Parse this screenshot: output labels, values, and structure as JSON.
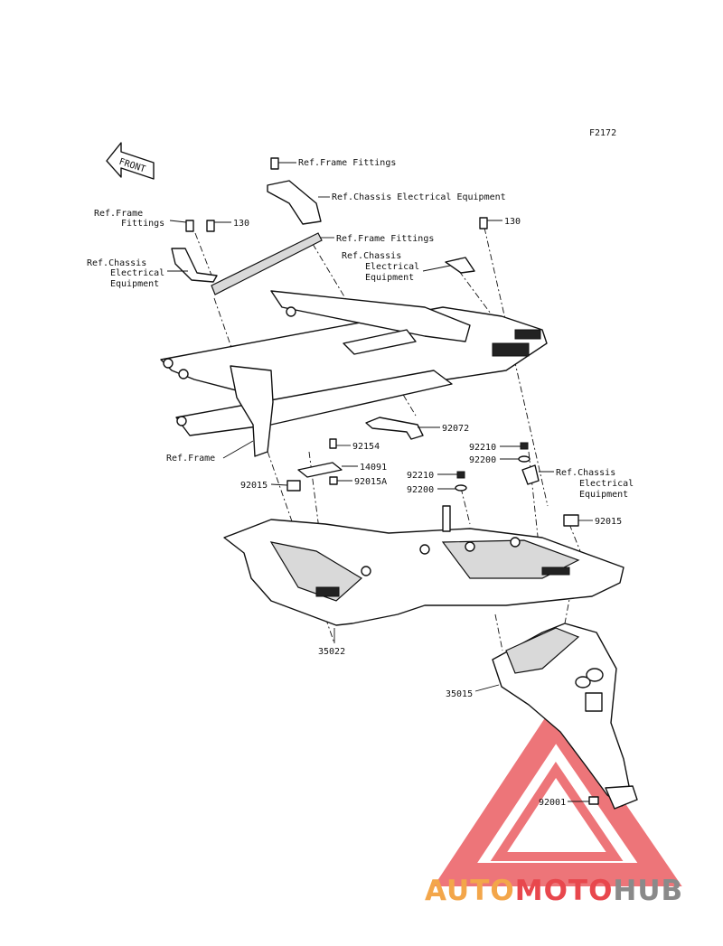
{
  "figure_code": "F2172",
  "front_arrow_label": "FRONT",
  "callouts": {
    "ref_frame_fittings_top": "Ref.Frame Fittings",
    "ref_chassis_elec_top": "Ref.Chassis Electrical Equipment",
    "ref_frame_fittings_left_1": "Ref.Frame",
    "ref_frame_fittings_left_2": "Fittings",
    "bolt_130_left": "130",
    "ref_frame_fittings_mid": "Ref.Frame Fittings",
    "bolt_130_right": "130",
    "ref_chassis_left_1": "Ref.Chassis",
    "ref_chassis_left_2": "Electrical",
    "ref_chassis_left_3": "Equipment",
    "ref_chassis_mid_1": "Ref.Chassis",
    "ref_chassis_mid_2": "Electrical",
    "ref_chassis_mid_3": "Equipment",
    "part_92072": "92072",
    "ref_frame": "Ref.Frame",
    "part_92154": "92154",
    "part_14091": "14091",
    "part_92015_left": "92015",
    "part_92015a": "92015A",
    "part_92210_left": "92210",
    "part_92200_left": "92200",
    "part_92210_right": "92210",
    "part_92200_right": "92200",
    "ref_chassis_right_1": "Ref.Chassis",
    "ref_chassis_right_2": "Electrical",
    "ref_chassis_right_3": "Equipment",
    "part_92015_right": "92015",
    "part_35022": "35022",
    "part_35015": "35015",
    "part_92001": "92001"
  },
  "watermark": {
    "part1": "AUTO",
    "part2": "MOTO",
    "part3": "HUB",
    "colors": {
      "orange": "#f3a64a",
      "red": "#e8474d",
      "gray": "#8a8a8a"
    }
  }
}
